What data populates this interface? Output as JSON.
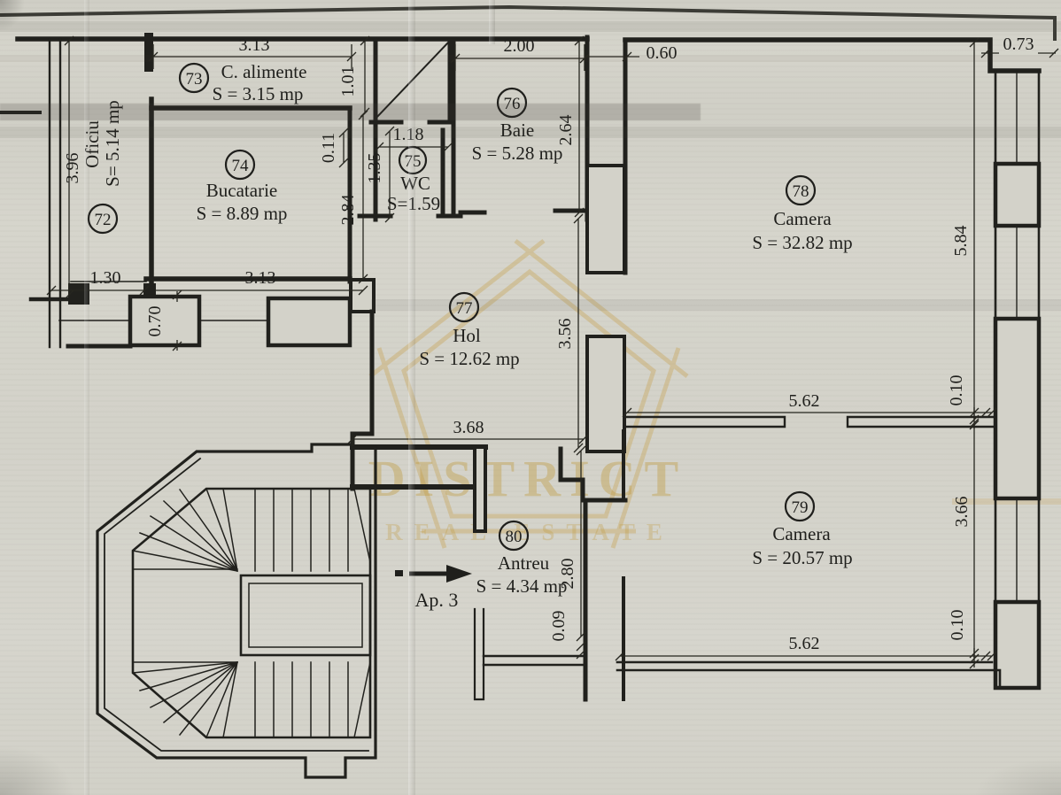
{
  "plan": {
    "rooms": [
      {
        "number": "72",
        "name": "Oficiu",
        "area": "S= 5.14 mp"
      },
      {
        "number": "73",
        "name": "C. alimente",
        "area": "S = 3.15 mp"
      },
      {
        "number": "74",
        "name": "Bucatarie",
        "area": "S = 8.89 mp"
      },
      {
        "number": "75",
        "name": "WC",
        "area": "S=1.59"
      },
      {
        "number": "76",
        "name": "Baie",
        "area": "S = 5.28 mp"
      },
      {
        "number": "77",
        "name": "Hol",
        "area": "S = 12.62 mp"
      },
      {
        "number": "78",
        "name": "Camera",
        "area": "S = 32.82 mp"
      },
      {
        "number": "79",
        "name": "Camera",
        "area": "S = 20.57 mp"
      },
      {
        "number": "80",
        "name": "Antreu",
        "area": "S = 4.34 mp"
      }
    ],
    "dims": {
      "storage_width": "3.13",
      "shaft_height": "1.01",
      "oficiu_height": "3.96",
      "bucatarie_height": "2.84",
      "wall_thickness_a": "0.11",
      "wc_height": "1.35",
      "wc_width": "1.18",
      "baie_width": "2.00",
      "baie_height": "2.64",
      "recess_width": "0.60",
      "corner_offset": "0.73",
      "camera78_height": "5.84",
      "door_opening": "1.30",
      "bucatarie_width": "3.13",
      "pier_width": "0.70",
      "hol_height": "3.56",
      "hol_width": "3.68",
      "camera78_width": "5.62",
      "wall_gap_top": "0.10",
      "camera79_height": "3.66",
      "wall_gap_bottom": "0.10",
      "camera79_width": "5.62",
      "antreu_height": "2.80",
      "sill_offset": "0.09"
    },
    "arrow": {
      "label": "Ap. 3"
    },
    "watermark": {
      "line1": "DISTRICT",
      "line2": "REAL ESTATE",
      "color": "#c09a3f"
    },
    "ink_color": "#1f1f1c",
    "paper_color": "#d3d2c9"
  }
}
